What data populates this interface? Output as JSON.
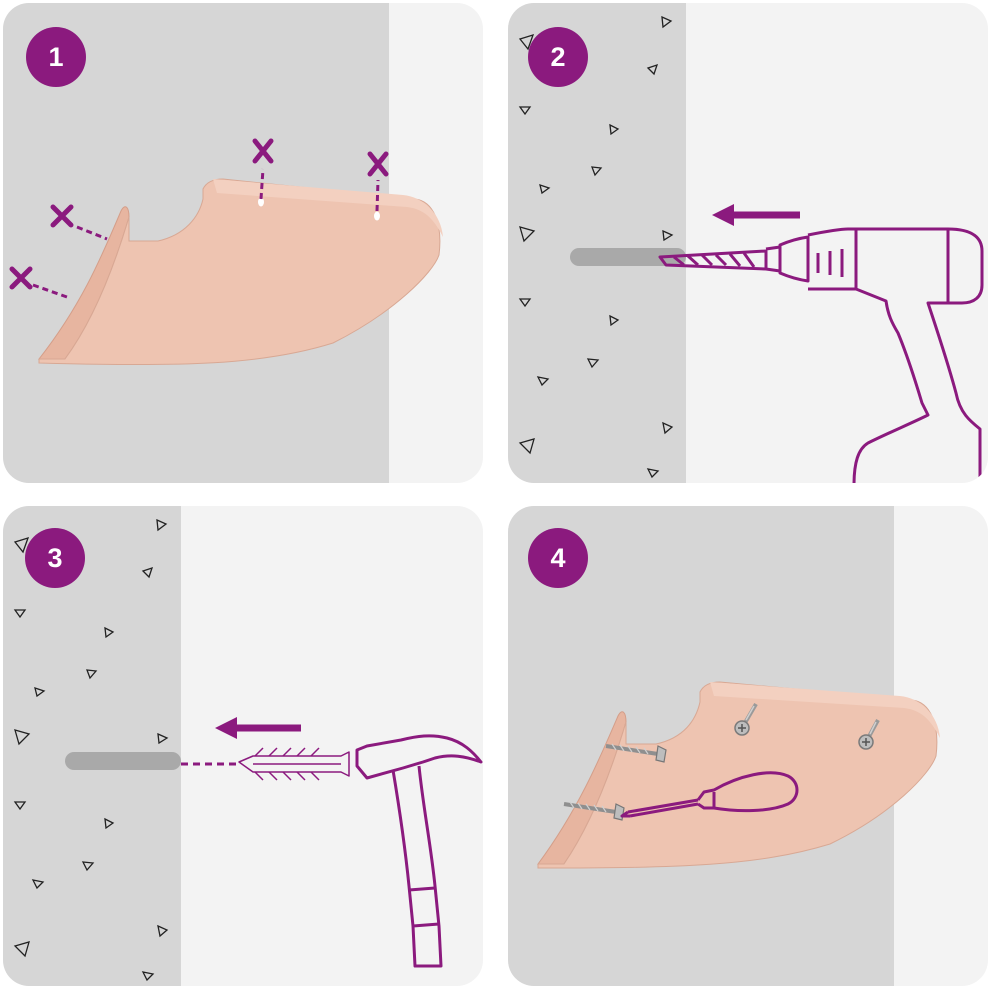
{
  "steps": [
    {
      "number": "1",
      "action": "mark-holes"
    },
    {
      "number": "2",
      "action": "drill-hole"
    },
    {
      "number": "3",
      "action": "insert-wall-plug"
    },
    {
      "number": "4",
      "action": "screw-shelf"
    }
  ],
  "colors": {
    "accent": "#8b1a7e",
    "wall": "#d6d6d6",
    "background": "#f3f3f3",
    "shelf": "#eec4b1",
    "hole": "#a9a9a9"
  }
}
